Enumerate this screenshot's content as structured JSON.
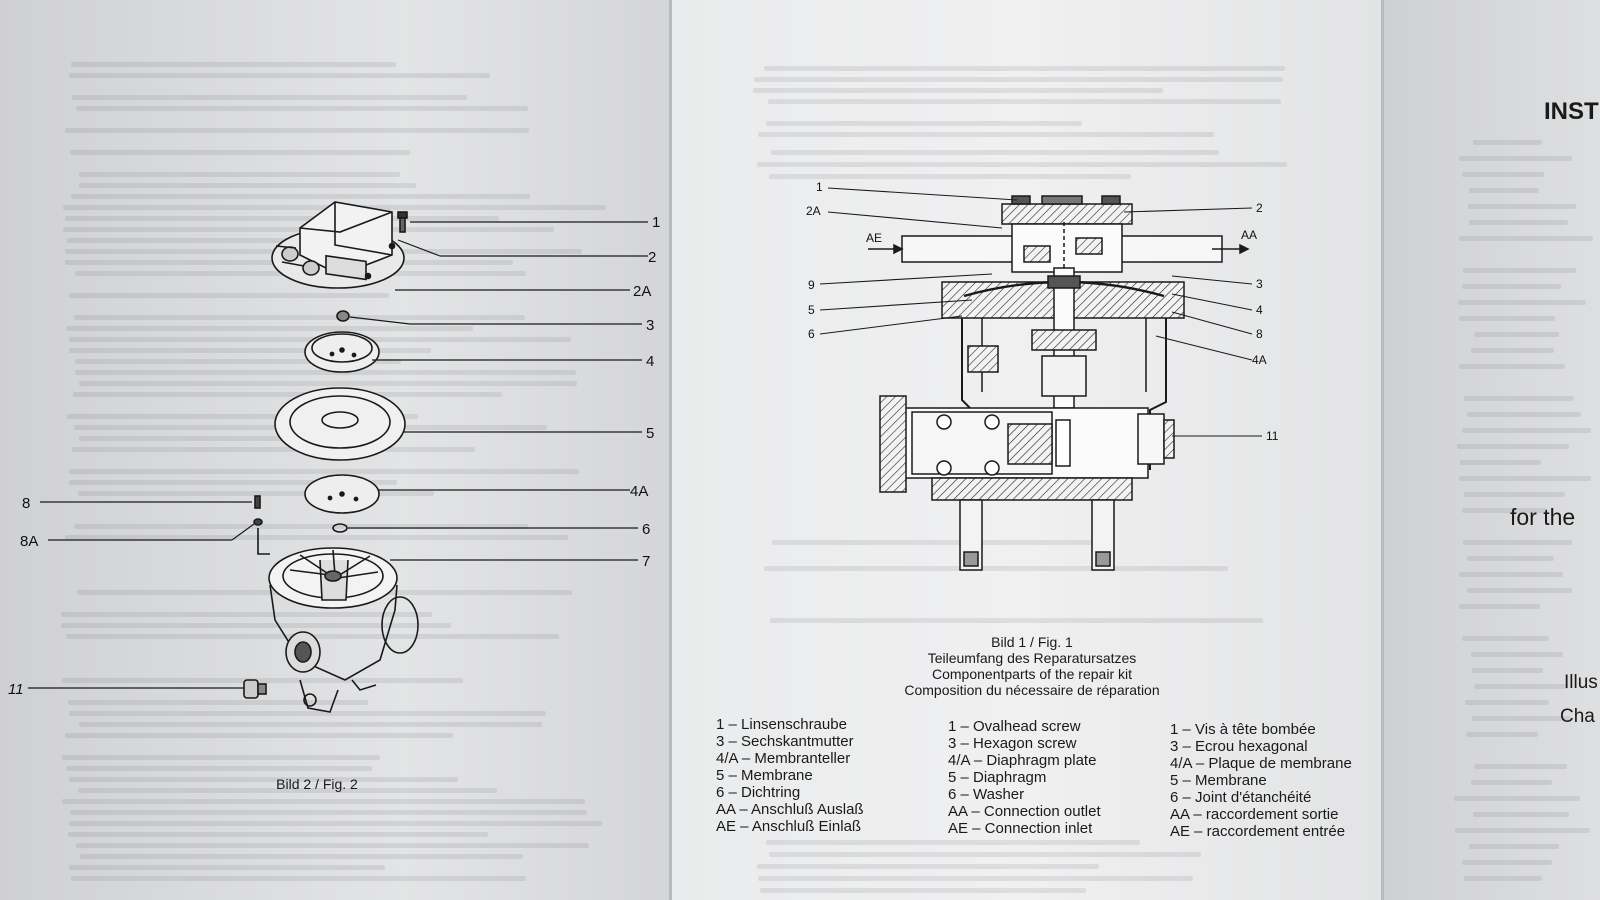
{
  "left": {
    "caption": "Bild 2 / Fig. 2",
    "callouts": [
      "1",
      "2",
      "2A",
      "3",
      "4",
      "5",
      "4A",
      "6",
      "7",
      "8",
      "8A",
      "11"
    ]
  },
  "middle": {
    "callouts": [
      "1",
      "2A",
      "AE",
      "9",
      "5",
      "6",
      "2",
      "AA",
      "3",
      "4",
      "8",
      "4A",
      "11"
    ],
    "caption": [
      "Bild 1 / Fig. 1",
      "Teileumfang des Reparatursatzes",
      "Componentparts of the repair kit",
      "Composition du nécessaire de réparation"
    ],
    "legend_de": [
      "1 – Linsenschraube",
      "3 – Sechskantmutter",
      "4/A – Membranteller",
      "5 – Membrane",
      "6 – Dichtring",
      "AA – Anschluß Auslaß",
      "AE – Anschluß Einlaß"
    ],
    "legend_en": [
      "1 – Ovalhead screw",
      "3 – Hexagon screw",
      "4/A – Diaphragm plate",
      "5 – Diaphragm",
      "6 – Washer",
      "AA – Connection outlet",
      "AE – Connection inlet"
    ],
    "legend_fr": [
      "1 – Vis à tête bombée",
      "3 – Ecrou hexagonal",
      "4/A – Plaque de membrane",
      "5 – Membrane",
      "6 – Joint d'étanchéité",
      "AA – raccordement sortie",
      "AE – raccordement entrée"
    ]
  },
  "right": {
    "heading": "INST",
    "line1": "for the",
    "line2": "Illus",
    "line3": "Cha"
  }
}
